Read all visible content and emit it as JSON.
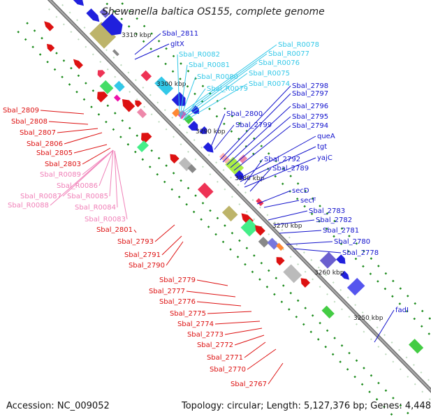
{
  "title": "Shewanella baltica OS155, complete genome",
  "accession": "Accession: NC_009052",
  "topology": "Topology: circular; Length: 5,127,376 bp; Genes: 4,448",
  "colors": {
    "forward_label": "#1111cc",
    "forward_rna_label": "#33c8e8",
    "reverse_label": "#dd1111",
    "reverse_rna_label": "#f080b8",
    "backbone": "#999999",
    "tick": "#1a8a1a"
  },
  "kbp_ticks": [
    "3310 kbp",
    "3300 kbp",
    "3290 kbp",
    "3280 kbp",
    "3270 kbp",
    "3260 kbp",
    "3250 kbp"
  ],
  "forward_labels": [
    "Sbal_2811",
    "gltX",
    "Sbal_2800",
    "Sbal_2799",
    "Sbal_2798",
    "Sbal_2797",
    "Sbal_2796",
    "Sbal_2795",
    "Sbal_2794",
    "queA",
    "tgt",
    "Sbal_2792",
    "yajC",
    "Sbal_2789",
    "secD",
    "secF",
    "Sbal_2783",
    "Sbal_2782",
    "Sbal_2781",
    "Sbal_2780",
    "Sbal_2778",
    "fadI"
  ],
  "forward_rna_labels": [
    "Sbal_R0078",
    "Sbal_R0077",
    "Sbal_R0082",
    "Sbal_R0076",
    "Sbal_R0081",
    "Sbal_R0075",
    "Sbal_R0080",
    "Sbal_R0074",
    "Sbal_R0079"
  ],
  "reverse_labels": [
    "Sbal_2809",
    "Sbal_2808",
    "Sbal_2807",
    "Sbal_2806",
    "Sbal_2805",
    "Sbal_2803",
    "Sbal_2801",
    "Sbal_2793",
    "Sbal_2791",
    "Sbal_2790",
    "Sbal_2779",
    "Sbal_2777",
    "Sbal_2776",
    "Sbal_2775",
    "Sbal_2774",
    "Sbal_2773",
    "Sbal_2772",
    "Sbal_2771",
    "Sbal_2770",
    "Sbal_2767"
  ],
  "reverse_rna_labels": [
    "Sbal_R0089",
    "Sbal_R0086",
    "Sbal_R0085",
    "Sbal_R0087",
    "Sbal_R0088",
    "Sbal_R0084",
    "Sbal_R0083"
  ]
}
